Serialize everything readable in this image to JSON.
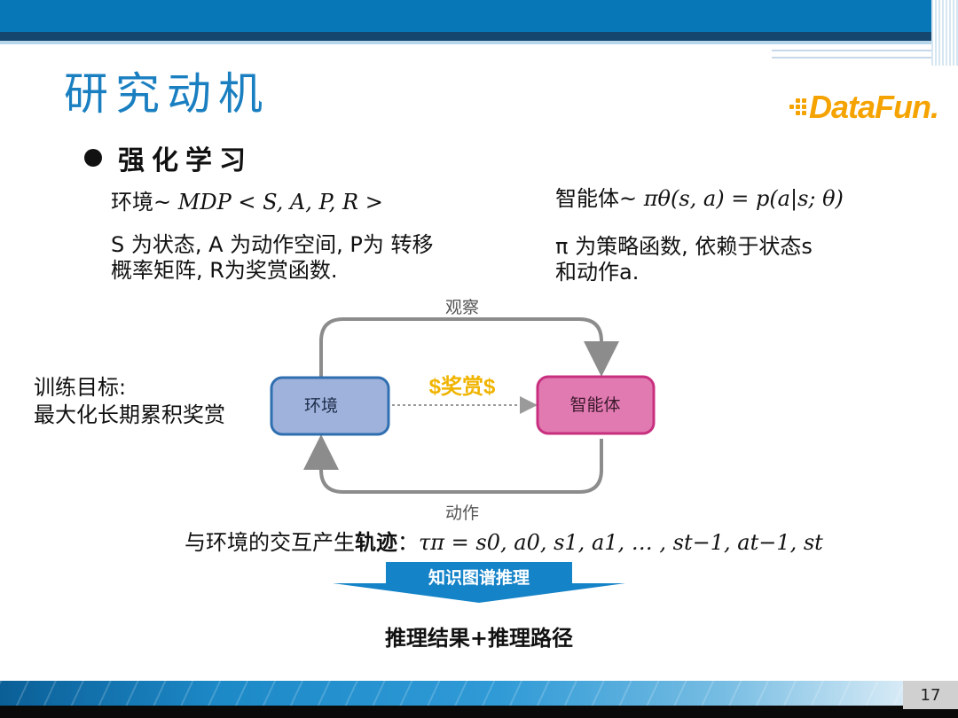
{
  "slide": {
    "title": "研究动机",
    "logo": "DataFun.",
    "bullet": "强化学习",
    "page_number": "17"
  },
  "env": {
    "line1_prefix": "环境~ ",
    "line1_math": "MDP < S, A, P, R >",
    "desc_line1": "S 为状态, A 为动作空间, P为 转移",
    "desc_line2": "概率矩阵, R为奖赏函数."
  },
  "agent": {
    "line1_prefix": "智能体~ ",
    "line1_math": "πθ(s, a) = p(a|s; θ)",
    "desc_line1": "π 为策略函数, 依赖于状态s",
    "desc_line2": "和动作a."
  },
  "diagram": {
    "observe_label": "观察",
    "reward_label": "$奖赏$",
    "env_box": "环境",
    "agent_box": "智能体",
    "action_label": "动作",
    "colors": {
      "env_fill": "#9fb2dc",
      "env_border": "#2f6fb0",
      "agent_fill": "#e27ab2",
      "agent_border": "#c8307f",
      "reward": "#f0b400",
      "arrow": "#8c8c8c"
    }
  },
  "training": {
    "line1": "训练目标:",
    "line2": "最大化长期累积奖赏"
  },
  "trajectory": {
    "prefix": "与环境的交互产生",
    "bold": "轨迹",
    "colon": "：",
    "math": "τπ = s0, a0, s1, a1, … , st−1, at−1, st"
  },
  "banner": {
    "label": "知识图谱推理",
    "color": "#1583c8"
  },
  "result": "推理结果+推理路径"
}
